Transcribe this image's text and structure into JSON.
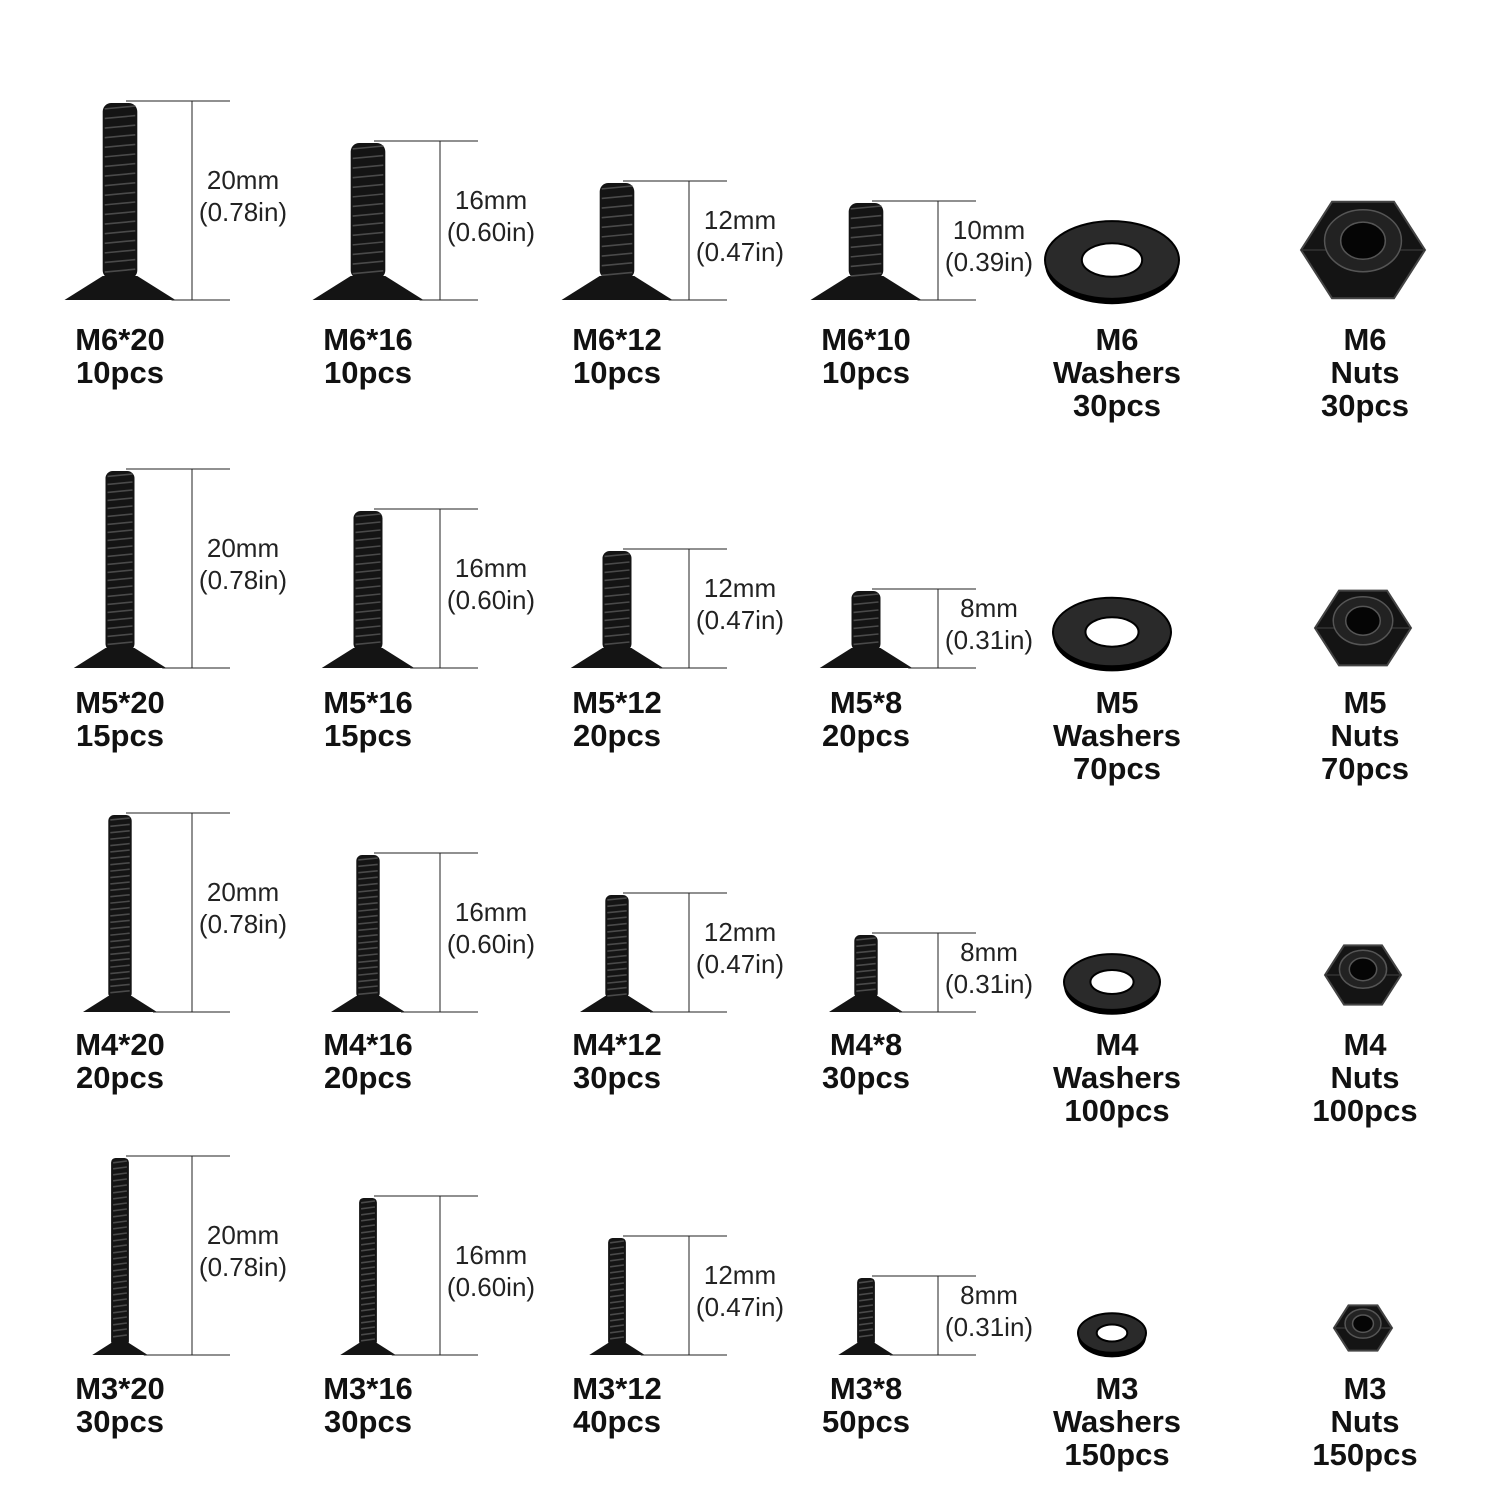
{
  "colors": {
    "metal": "#141414",
    "thread_highlight": "#4a4a4a",
    "dim_line": "#222222",
    "text": "#111111"
  },
  "rows": [
    {
      "size": "M6",
      "thread_mm": 6,
      "screws": [
        {
          "name": "M6*20",
          "qty": "10pcs",
          "length_mm": 20,
          "length_label": "20mm",
          "length_in": "(0.78in)"
        },
        {
          "name": "M6*16",
          "qty": "10pcs",
          "length_mm": 16,
          "length_label": "16mm",
          "length_in": "(0.60in)"
        },
        {
          "name": "M6*12",
          "qty": "10pcs",
          "length_mm": 12,
          "length_label": "12mm",
          "length_in": "(0.47in)"
        },
        {
          "name": "M6*10",
          "qty": "10pcs",
          "length_mm": 10,
          "length_label": "10mm",
          "length_in": "(0.39in)"
        }
      ],
      "washers": {
        "size": "M6",
        "type": "Washers",
        "qty": "30pcs"
      },
      "nuts": {
        "size": "M6",
        "type": "Nuts",
        "qty": "30pcs"
      }
    },
    {
      "size": "M5",
      "thread_mm": 5,
      "screws": [
        {
          "name": "M5*20",
          "qty": "15pcs",
          "length_mm": 20,
          "length_label": "20mm",
          "length_in": "(0.78in)"
        },
        {
          "name": "M5*16",
          "qty": "15pcs",
          "length_mm": 16,
          "length_label": "16mm",
          "length_in": "(0.60in)"
        },
        {
          "name": "M5*12",
          "qty": "20pcs",
          "length_mm": 12,
          "length_label": "12mm",
          "length_in": "(0.47in)"
        },
        {
          "name": "M5*8",
          "qty": "20pcs",
          "length_mm": 8,
          "length_label": "8mm",
          "length_in": "(0.31in)"
        }
      ],
      "washers": {
        "size": "M5",
        "type": "Washers",
        "qty": "70pcs"
      },
      "nuts": {
        "size": "M5",
        "type": "Nuts",
        "qty": "70pcs"
      }
    },
    {
      "size": "M4",
      "thread_mm": 4,
      "screws": [
        {
          "name": "M4*20",
          "qty": "20pcs",
          "length_mm": 20,
          "length_label": "20mm",
          "length_in": "(0.78in)"
        },
        {
          "name": "M4*16",
          "qty": "20pcs",
          "length_mm": 16,
          "length_label": "16mm",
          "length_in": "(0.60in)"
        },
        {
          "name": "M4*12",
          "qty": "30pcs",
          "length_mm": 12,
          "length_label": "12mm",
          "length_in": "(0.47in)"
        },
        {
          "name": "M4*8",
          "qty": "30pcs",
          "length_mm": 8,
          "length_label": "8mm",
          "length_in": "(0.31in)"
        }
      ],
      "washers": {
        "size": "M4",
        "type": "Washers",
        "qty": "100pcs"
      },
      "nuts": {
        "size": "M4",
        "type": "Nuts",
        "qty": "100pcs"
      }
    },
    {
      "size": "M3",
      "thread_mm": 3,
      "screws": [
        {
          "name": "M3*20",
          "qty": "30pcs",
          "length_mm": 20,
          "length_label": "20mm",
          "length_in": "(0.78in)"
        },
        {
          "name": "M3*16",
          "qty": "30pcs",
          "length_mm": 16,
          "length_label": "16mm",
          "length_in": "(0.60in)"
        },
        {
          "name": "M3*12",
          "qty": "40pcs",
          "length_mm": 12,
          "length_label": "12mm",
          "length_in": "(0.47in)"
        },
        {
          "name": "M3*8",
          "qty": "50pcs",
          "length_mm": 8,
          "length_label": "8mm",
          "length_in": "(0.31in)"
        }
      ],
      "washers": {
        "size": "M3",
        "type": "Washers",
        "qty": "150pcs"
      },
      "nuts": {
        "size": "M3",
        "type": "Nuts",
        "qty": "150pcs"
      }
    }
  ]
}
